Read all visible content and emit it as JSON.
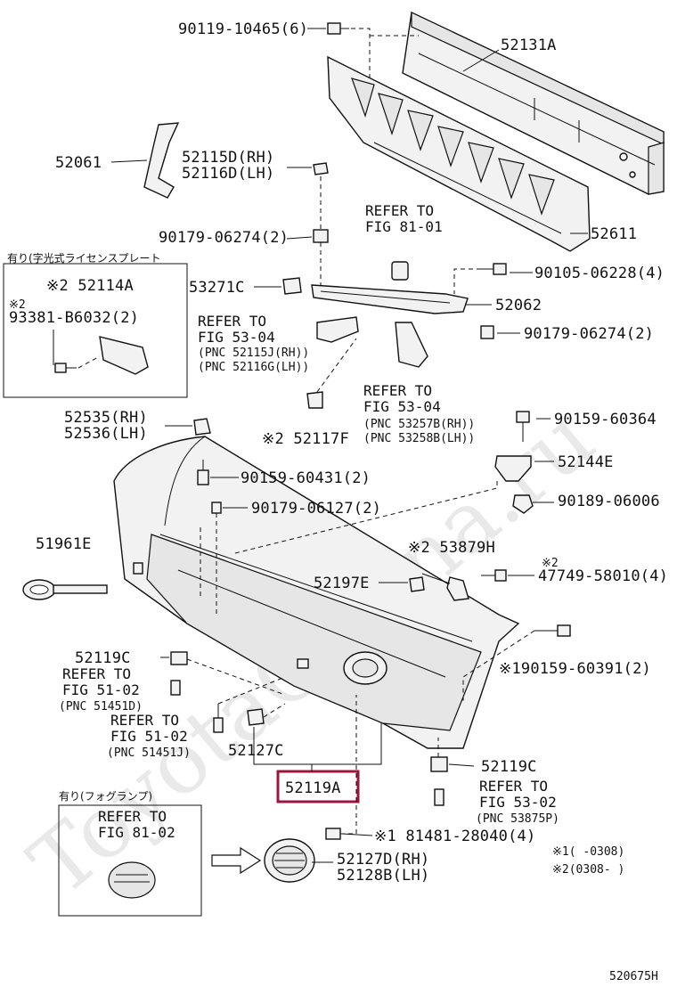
{
  "watermark": "ToyotaCarina.ru",
  "diagram_id": "520675H",
  "labels": {
    "p90119": "90119-10465(6)",
    "p52131A": "52131A",
    "p52061": "52061",
    "p52115D": "52115D(RH)",
    "p52116D": "52116D(LH)",
    "p90179a": "90179-06274(2)",
    "p52611": "52611",
    "ref8101_1": "REFER TO",
    "ref8101_2": "FIG 81-01",
    "p90105": "90105-06228(4)",
    "p53271C": "53271C",
    "p52062": "52062",
    "ref5304a_1": "REFER TO",
    "ref5304a_2": "FIG 53-04",
    "ref5304a_3": "(PNC 52115J(RH))",
    "ref5304a_4": "(PNC 52116G(LH))",
    "p90179b": "90179-06274(2)",
    "ref5304b_1": "REFER TO",
    "ref5304b_2": "FIG 53-04",
    "ref5304b_3": "(PNC 53257B(RH))",
    "ref5304b_4": "(PNC 53258B(LH))",
    "p52535": "52535(RH)",
    "p52536": "52536(LH)",
    "p52117F": "※2 52117F",
    "p90159a": "90159-60364",
    "p52144E": "52144E",
    "p90159b": "90159-60431(2)",
    "p90189": "90189-06006",
    "p90179c": "90179-06127(2)",
    "p51961E": "51961E",
    "p53879H": "※2 53879H",
    "p47749_mark": "※2",
    "p47749": "47749-58010(4)",
    "p52197E": "52197E",
    "p52119Ca": "52119C",
    "ref5102a_1": "REFER TO",
    "ref5102a_2": "FIG 51-02",
    "ref5102a_3": "(PNC 51451D)",
    "p90159c": "※190159-60391(2)",
    "ref5102b_1": "REFER TO",
    "ref5102b_2": "FIG 51-02",
    "ref5102b_3": "(PNC 51451J)",
    "p52127C": "52127C",
    "p52119A": "52119A",
    "p52119Cb": "52119C",
    "ref5302_1": "REFER TO",
    "ref5302_2": "FIG 53-02",
    "ref5302_3": "(PNC 53875P)",
    "p81481": "※1 81481-28040(4)",
    "p52127D": "52127D(RH)",
    "p52128B": "52128B(LH)",
    "ref8102_1": "REFER TO",
    "ref8102_2": "FIG 81-02",
    "note1": "※1(      -0308)",
    "note2": "※2(0308-      )",
    "box1_title": "有り(字光式ライセンスプレート",
    "box1_part": "※2 52114A",
    "box1_mark": "※2",
    "box1_bolt": "93381-B6032(2)",
    "box2_title": "有り(フォグランプ)"
  },
  "colors": {
    "highlight": "#a0143c",
    "ink": "#111111",
    "watermark": "#d8d8d8"
  }
}
